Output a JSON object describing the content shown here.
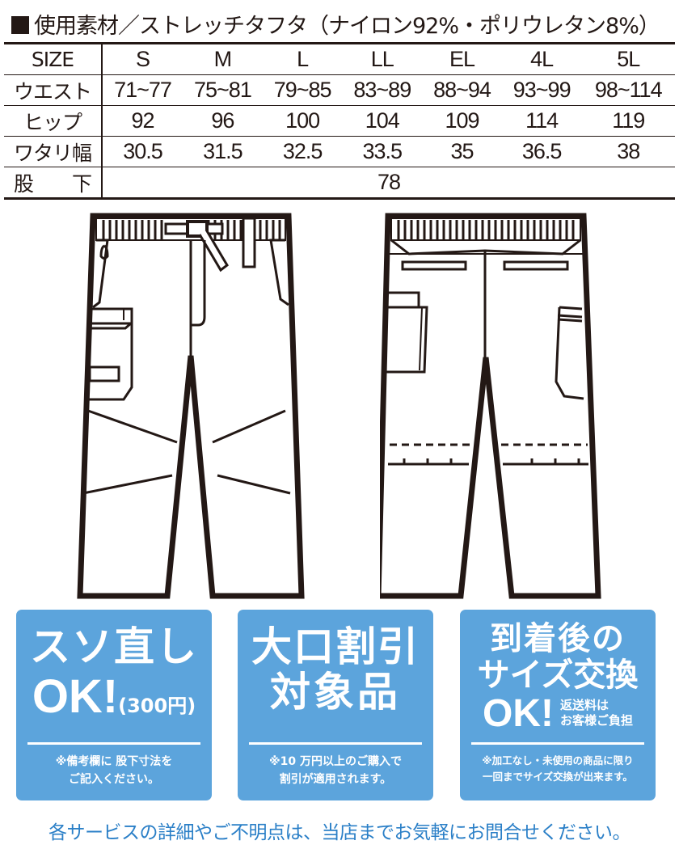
{
  "material": {
    "label": "使用素材／ストレッチタフタ（ナイロン92%・ポリウレタン8%）"
  },
  "size_table": {
    "header": {
      "label": "SIZE",
      "sizes": [
        "S",
        "M",
        "L",
        "LL",
        "EL",
        "4L",
        "5L"
      ]
    },
    "rows": [
      {
        "label": "ウエスト",
        "values": [
          "71~77",
          "75~81",
          "79~85",
          "83~89",
          "88~94",
          "93~99",
          "98~114"
        ]
      },
      {
        "label": "ヒップ",
        "values": [
          "92",
          "96",
          "100",
          "104",
          "109",
          "114",
          "119"
        ]
      },
      {
        "label": "ワタリ幅",
        "values": [
          "30.5",
          "31.5",
          "32.5",
          "33.5",
          "35",
          "36.5",
          "38"
        ]
      },
      {
        "label": "股　　下",
        "value": "78"
      }
    ]
  },
  "diagrams": {
    "front": "front-view",
    "back": "back-view"
  },
  "badges": [
    {
      "line1": "スソ直し",
      "line2": "OK!",
      "line2_sub": "(300円)",
      "note1": "※備考欄に 股下寸法を",
      "note2": "ご記入ください。"
    },
    {
      "line1": "大口割引",
      "line2": "対象品",
      "note1": "※10 万円以上のご購入で",
      "note2": "割引が適用されます。"
    },
    {
      "line1": "到着後の",
      "line2": "サイズ交換",
      "line3": "OK!",
      "line3_sub1": "返送料は",
      "line3_sub2": "お客様ご負担",
      "note1": "※加工なし・未使用の商品に限り",
      "note2": "一回までサイズ交換が出来ます。"
    }
  ],
  "footer": {
    "text": "各サービスの詳細やご不明点は、当店までお気軽にお問合せください。"
  },
  "colors": {
    "badge_blue": "#5ca4dc",
    "footer_blue": "#2a7fc7",
    "ink": "#231815"
  }
}
